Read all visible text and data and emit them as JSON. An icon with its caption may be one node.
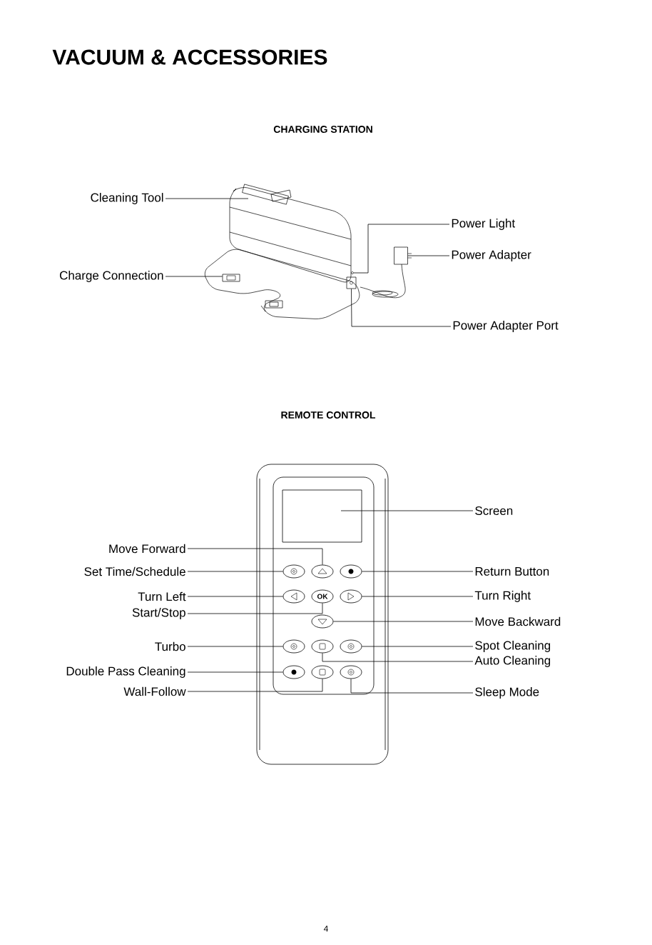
{
  "diagram": {
    "title": "VACUUM & ACCESSORIES",
    "nodes": [
      {
        "text": [
          "Cleaning Tool"
        ]
      },
      {
        "text": [
          "Charge Connection"
        ]
      },
      {
        "text": [
          "Power Light"
        ]
      },
      {
        "text": [
          "Power Adapter"
        ]
      },
      {
        "text": [
          "Power Adapter Port"
        ]
      },
      {
        "text": [
          "Screen"
        ]
      },
      {
        "text": [
          "Move Forward"
        ]
      },
      {
        "text": [
          "Set Time/Schedule"
        ]
      },
      {
        "text": [
          "Return Button"
        ]
      },
      {
        "text": [
          "Turn Left"
        ]
      },
      {
        "text": [
          "Turn Right"
        ]
      },
      {
        "text": [
          "Start/Stop"
        ]
      },
      {
        "text": [
          "Move Backward"
        ]
      },
      {
        "text": [
          "Turbo"
        ]
      },
      {
        "text": [
          "Spot Cleaning"
        ]
      },
      {
        "text": [
          "Auto Cleaning"
        ]
      },
      {
        "text": [
          "Double Pass Cleaning"
        ]
      },
      {
        "text": [
          "Sleep Mode"
        ]
      },
      {
        "text": [
          "Wall-Follow"
        ]
      },
      {
        "text": [],
        "shape": "button"
      },
      {
        "text": [],
        "shape": "button"
      },
      {
        "text": [],
        "shape": "button"
      },
      {
        "text": [],
        "shape": "button"
      },
      {
        "text": [
          "OK"
        ]
      },
      {
        "text": [],
        "shape": "button"
      },
      {
        "text": [],
        "shape": "button"
      },
      {
        "text": [],
        "shape": "button"
      },
      {
        "text": [],
        "shape": "button"
      },
      {
        "text": [],
        "shape": "button"
      },
      {
        "text": [],
        "shape": "button"
      },
      {
        "text": [],
        "shape": "button"
      },
      {
        "text": [],
        "shape": "button"
      },
      {
        "text": [],
        "shape": "box"
      },
      {
        "text": [],
        "shape": "circle"
      },
      {
        "text": [],
        "shape": "box"
      },
      {
        "text": [],
        "shape": "box"
      }
    ],
    "edges": [
      {
        "from": 0,
        "to": null,
        "arrow": "none"
      },
      {
        "from": 1,
        "to": 32,
        "arrow": "none"
      },
      {
        "from": 2,
        "to": 33,
        "arrow": "none"
      },
      {
        "from": 3,
        "to": 34,
        "arrow": "none"
      },
      {
        "from": 4,
        "to": 35,
        "arrow": "none"
      },
      {
        "from": 5,
        "to": null,
        "arrow": "none"
      },
      {
        "from": 6,
        "to": 20,
        "arrow": "none"
      },
      {
        "from": 7,
        "to": 19,
        "arrow": "none"
      },
      {
        "from": 8,
        "to": 21,
        "arrow": "none"
      },
      {
        "from": 9,
        "to": 22,
        "arrow": "none"
      },
      {
        "from": 10,
        "to": 24,
        "arrow": "none"
      },
      {
        "from": 11,
        "to": 23,
        "arrow": "none"
      },
      {
        "from": 12,
        "to": 25,
        "arrow": "none"
      },
      {
        "from": 13,
        "to": 26,
        "arrow": "none"
      },
      {
        "from": 14,
        "to": 28,
        "arrow": "none"
      },
      {
        "from": 15,
        "to": 27,
        "arrow": "none"
      },
      {
        "from": 16,
        "to": 29,
        "arrow": "none"
      },
      {
        "from": 17,
        "to": 31,
        "arrow": "none"
      },
      {
        "from": 18,
        "to": 30,
        "arrow": "none"
      }
    ],
    "labels": [
      "CHARGING STATION",
      "REMOTE CONTROL",
      "4"
    ]
  }
}
